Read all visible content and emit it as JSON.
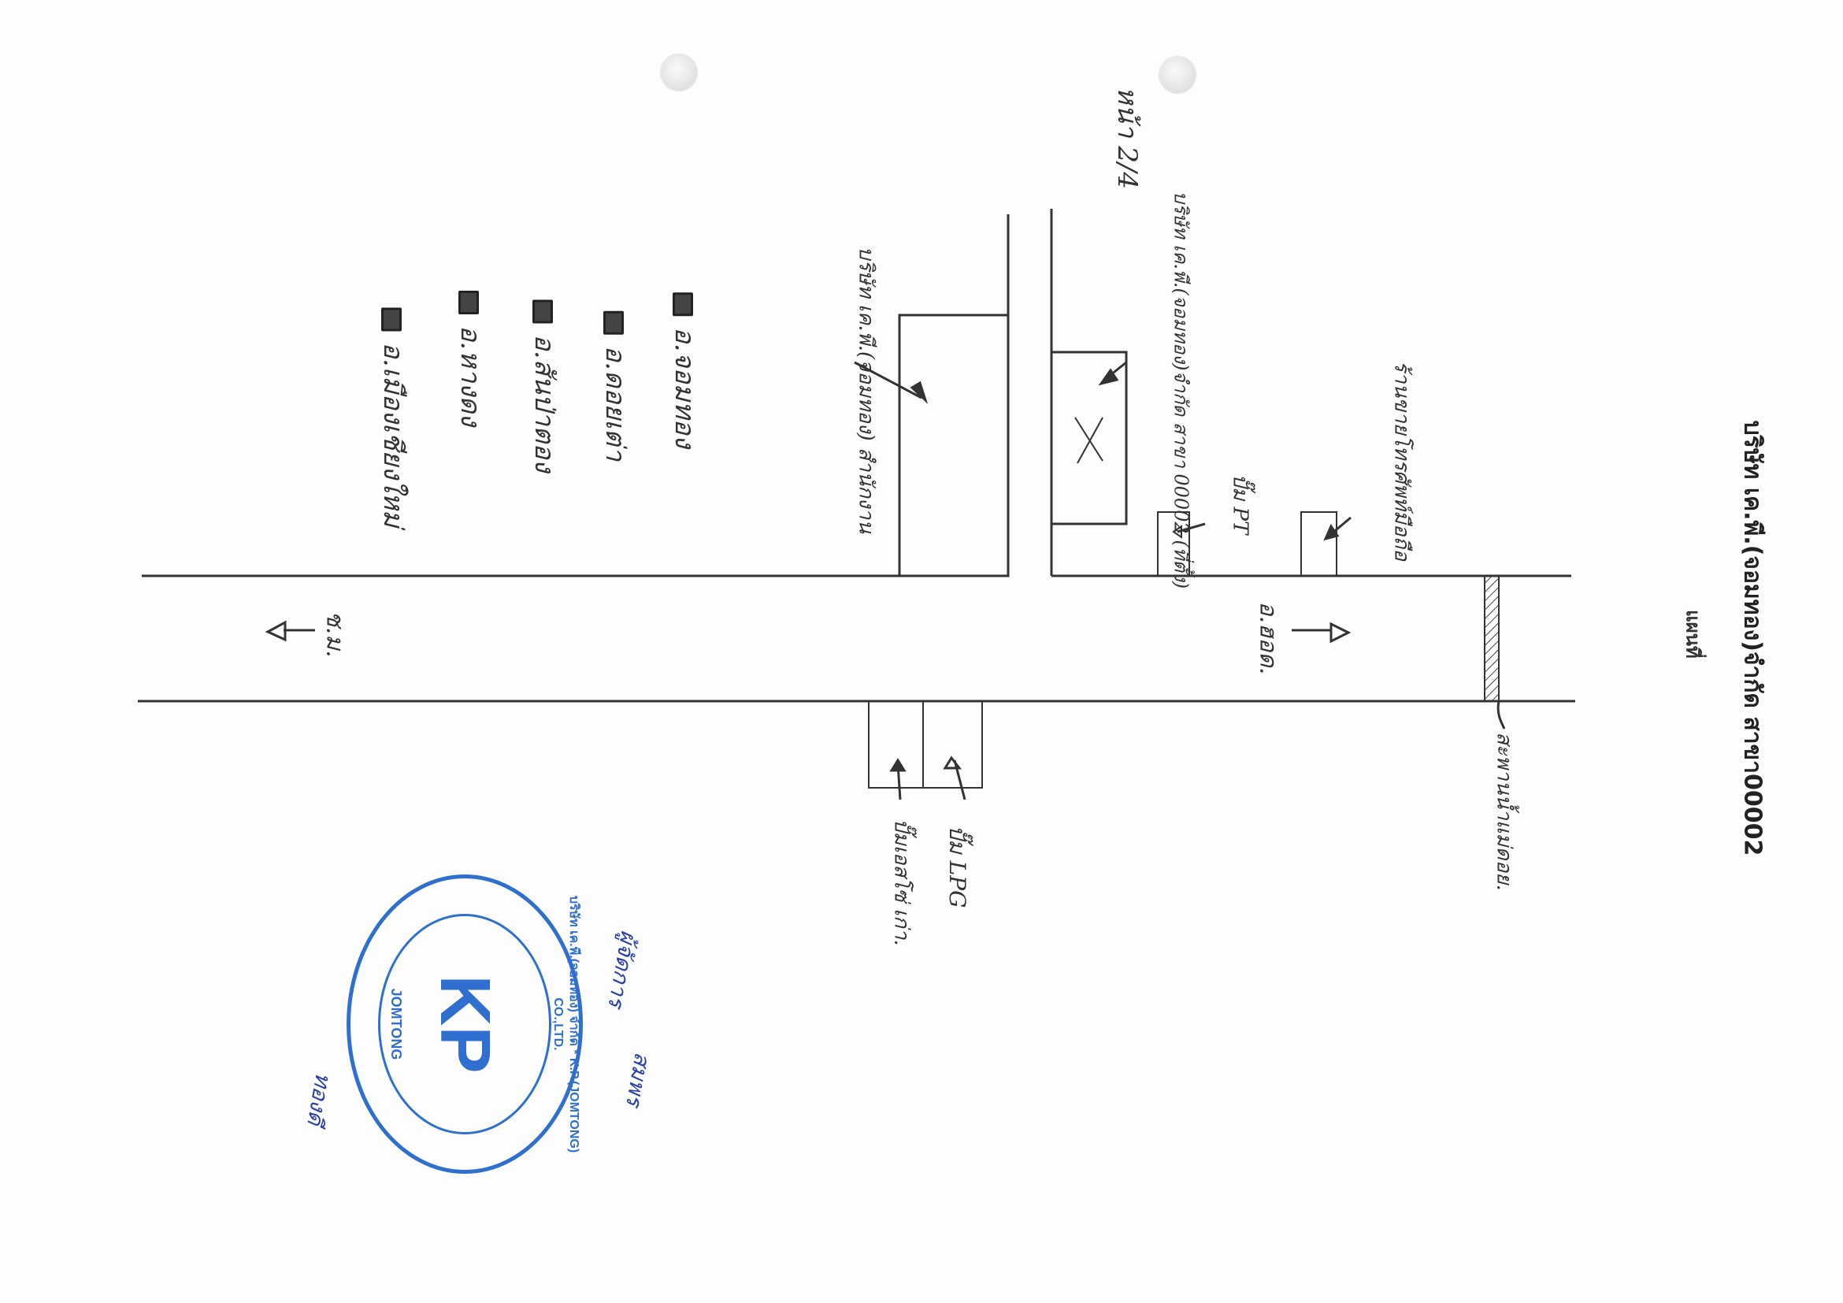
{
  "header": {
    "title": "บริษัท เค.พี.(จอมทอง)จำกัด สาขา00002",
    "subtitle": "แผนที่"
  },
  "page_number": "หน้า 2/4",
  "legend": [
    "อ.จอมทอง",
    "อ.ดอยเต่า",
    "อ.สันป่าตอง",
    "อ.หางดง",
    "อ.เมืองเชียงใหม่"
  ],
  "roads": {
    "left_direction": "ช.ม.",
    "right_direction": "อ.ฮอด."
  },
  "places": {
    "office": "บริษัท เค.พี.(จอมทอง) สำนักงาน",
    "branch": "บริษัท เค.พี.(จอมทอง)จำกัด สาขา 00002 (ที่ตั้ง)",
    "pt_pump": "ปั๊ม PT",
    "shop": "ร้านขายโทรศัพท์มือถือ",
    "bridge": "สะพานน้ำแม่ดอย.",
    "lpg_pump": "ปั๊ม LPG",
    "old_pump": "ปั๊มเอสโซ่ เก่า."
  },
  "stamp": {
    "outer_text": "บริษัท เค.พี.(จอมทอง) จำกัด * K.P.(JOMTONG) CO.,LTD.",
    "logo": "KP",
    "inner_text": "JOMTONG"
  },
  "signatures": [
    "ผู้จัดการ",
    "สมพร",
    "ทองดี"
  ],
  "colors": {
    "ink": "#2a2a2a",
    "stamp": "#2e6fd0",
    "signature": "#2a3fa8"
  }
}
